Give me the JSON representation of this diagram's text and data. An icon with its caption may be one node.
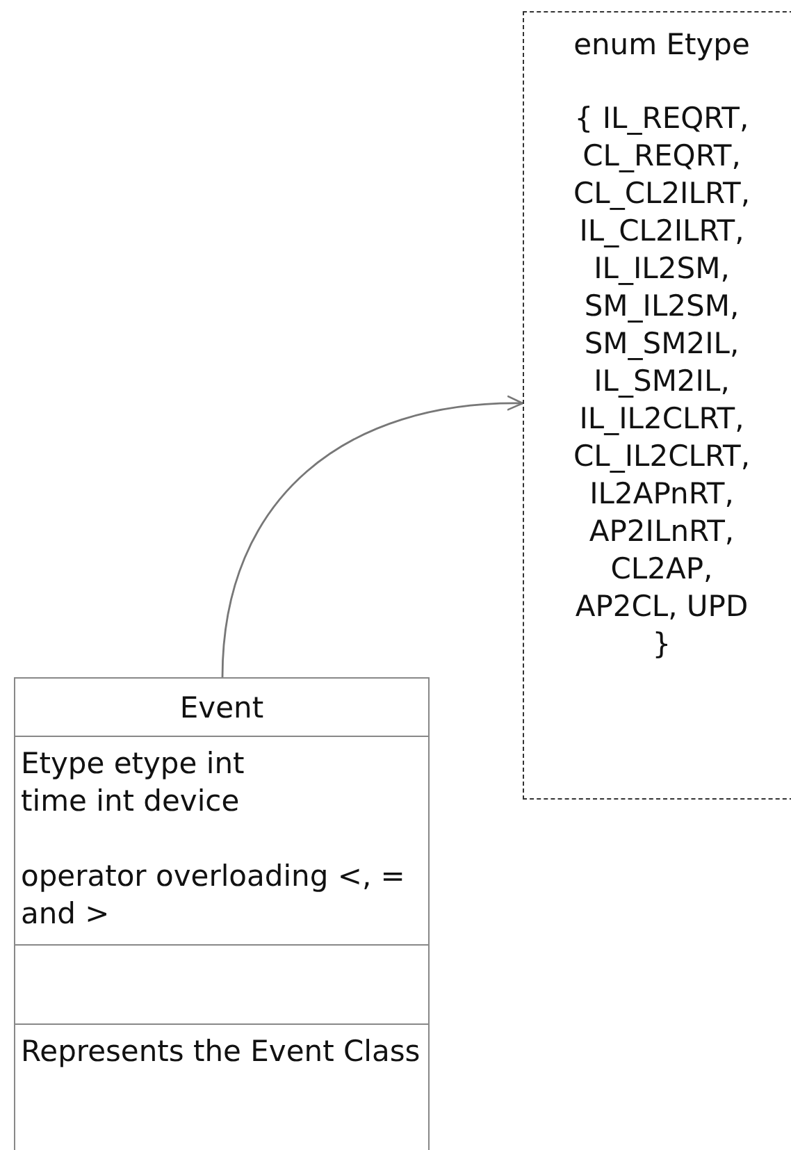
{
  "diagram": {
    "nodes": [
      {
        "text": [
          "Event",
          "Etype etype int time int device",
          "operator overloading <, = and >",
          "Represents the Event Class"
        ]
      },
      {
        "text": [
          "enum Etype",
          "{ IL_REQRT, CL_REQRT, CL_CL2ILRT, IL_CL2ILRT, IL_IL2SM, SM_IL2SM, SM_SM2IL, IL_SM2IL, IL_IL2CLRT, CL_IL2CLRT, IL2APnRT, AP2ILnRT, CL2AP, AP2CL, UPD }"
        ]
      }
    ],
    "edges": [
      {
        "from": 0,
        "to": 1,
        "arrow": "to"
      }
    ]
  }
}
